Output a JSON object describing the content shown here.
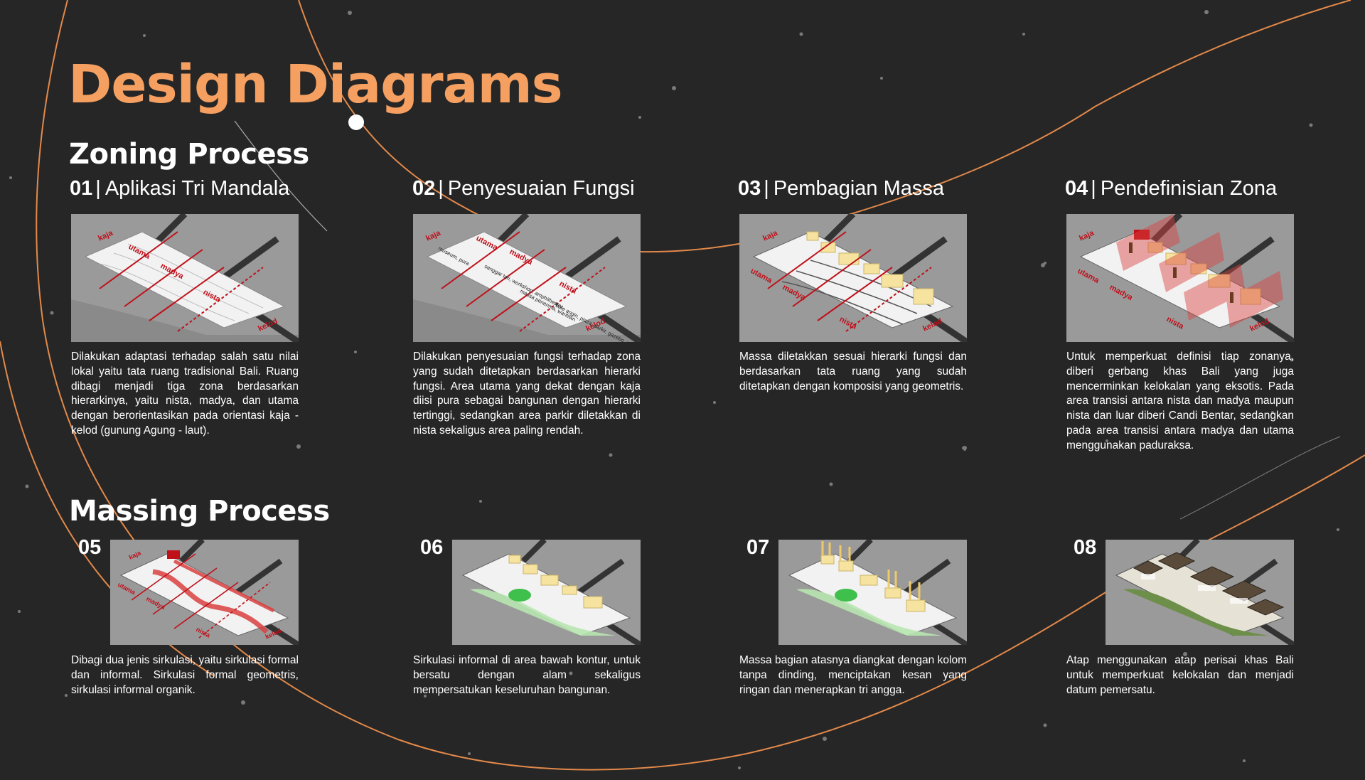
{
  "page": {
    "title": "Design Diagrams",
    "accent_color": "#f5a061",
    "background_color": "#262626"
  },
  "zoning": {
    "section_title": "Zoning Process",
    "steps": [
      {
        "number": "01",
        "title": "Aplikasi Tri Mandala",
        "labels": [
          "kaja",
          "utama",
          "madya",
          "nista",
          "kelod"
        ],
        "description": "Dilakukan adaptasi terhadap salah satu nilai lokal yaitu tata ruang tradisional Bali. Ruang dibagi menjadi tiga zona berdasarkan hierarkinya, yaitu nista, madya, dan utama dengan berorientasikan pada orientasi kaja - kelod (gunung Agung - laut)."
      },
      {
        "number": "02",
        "title": "Penyesuaian Fungsi",
        "labels": [
          "kaja",
          "utama",
          "madya",
          "nista",
          "kelod"
        ],
        "notes": [
          "museum, pura",
          "sanggar tari, workshop, amphitheater",
          "massa penerima, wantilan",
          "bale angin, plaza, parkir, gazebo, pertaman"
        ],
        "description": "Dilakukan penyesuaian fungsi terhadap zona yang sudah ditetapkan berdasarkan hierarki fungsi. Area utama yang dekat dengan kaja diisi pura sebagai bangunan dengan hierarki tertinggi, sedangkan area parkir diletakkan di nista sekaligus area paling rendah."
      },
      {
        "number": "03",
        "title": "Pembagian Massa",
        "labels": [
          "kaja",
          "utama",
          "madya",
          "nista",
          "kelod"
        ],
        "description": "Massa diletakkan sesuai hierarki fungsi dan berdasarkan tata ruang yang sudah ditetapkan dengan komposisi yang geometris."
      },
      {
        "number": "04",
        "title": "Pendefinisian Zona",
        "labels": [
          "kaja",
          "utama",
          "madya",
          "nista",
          "kelod"
        ],
        "description": "Untuk memperkuat definisi tiap zonanya, diberi gerbang khas Bali yang juga mencerminkan kelokalan yang eksotis. Pada area transisi antara nista dan madya maupun nista dan luar diberi Candi Bentar, sedangkan pada area transisi antara madya dan utama menggunakan paduraksa."
      }
    ]
  },
  "massing": {
    "section_title": "Massing Process",
    "steps": [
      {
        "number": "05",
        "labels": [
          "kaja",
          "utama",
          "madya",
          "nista",
          "kelod"
        ],
        "description": "Dibagi dua jenis sirkulasi, yaitu sirkulasi formal dan informal. Sirkulasi formal geometris, sirkulasi informal organik."
      },
      {
        "number": "06",
        "description": "Sirkulasi informal di area bawah kontur, untuk bersatu dengan alam sekaligus mempersatukan keseluruhan bangunan."
      },
      {
        "number": "07",
        "description": "Massa bagian atasnya diangkat dengan kolom tanpa dinding, menciptakan kesan yang ringan dan menerapkan tri angga."
      },
      {
        "number": "08",
        "description": "Atap menggunakan atap perisai khas Bali untuk memperkuat kelokalan dan menjadi datum pemersatu."
      }
    ]
  }
}
